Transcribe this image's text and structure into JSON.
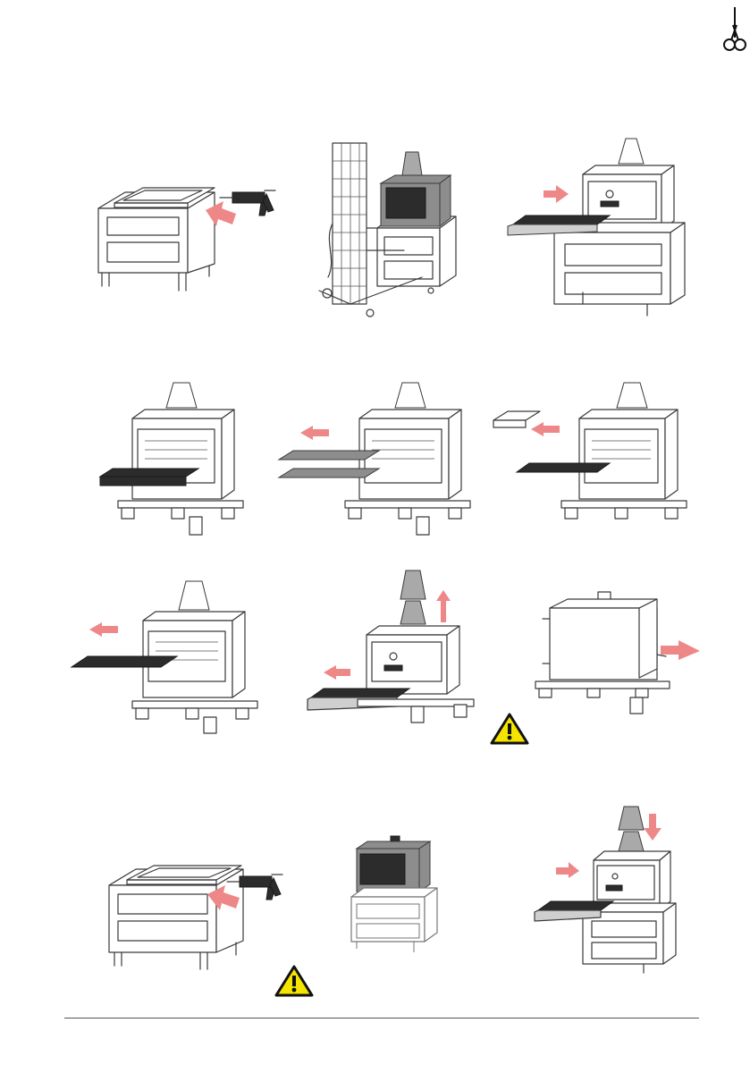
{
  "page": {
    "page_number": "",
    "colors": {
      "arrow": "#ee8888",
      "warning_fill": "#f5e400",
      "line": "#3a3a3a",
      "dark_part": "#2c2c2c"
    }
  },
  "icons": {
    "scissors": "scissors-icon",
    "warning": "warning-triangle-icon",
    "arrow": "arrow-icon",
    "caulking_gun": "caulking-gun-icon"
  },
  "steps": [
    {
      "id": 1,
      "illustration": "cabinet-with-frame-and-sealant-gun"
    },
    {
      "id": 2,
      "illustration": "oven-lifted-with-forklift-stacker"
    },
    {
      "id": 3,
      "illustration": "oven-on-cabinet-ash-drawer-in"
    },
    {
      "id": 4,
      "illustration": "oven-on-pallet-door-open-tray"
    },
    {
      "id": 5,
      "illustration": "oven-on-pallet-remove-grills"
    },
    {
      "id": 6,
      "illustration": "oven-on-pallet-remove-box"
    },
    {
      "id": 7,
      "illustration": "oven-on-pallet-remove-grate"
    },
    {
      "id": 8,
      "illustration": "oven-remove-hat-and-drawer"
    },
    {
      "id": 9,
      "illustration": "oven-side-view-slide-off-pallet",
      "warning": true
    },
    {
      "id": 10,
      "illustration": "cabinet-with-frame-and-sealant-gun",
      "warning": true
    },
    {
      "id": 11,
      "illustration": "oven-installed-on-cabinet"
    },
    {
      "id": 12,
      "illustration": "oven-on-cabinet-hat-and-drawer-in"
    }
  ]
}
